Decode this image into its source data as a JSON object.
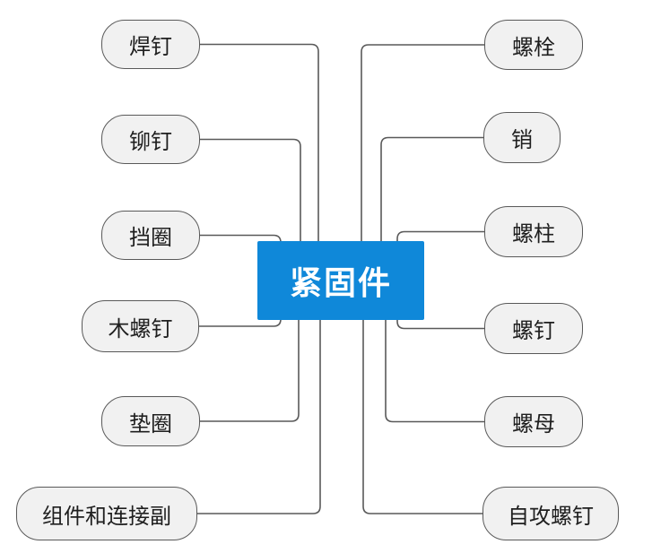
{
  "diagram": {
    "root": {
      "label": "紧固件"
    },
    "left_nodes": [
      {
        "label": "焊钉"
      },
      {
        "label": "铆钉"
      },
      {
        "label": "挡圈"
      },
      {
        "label": "木螺钉"
      },
      {
        "label": "垫圈"
      },
      {
        "label": "组件和连接副"
      }
    ],
    "right_nodes": [
      {
        "label": "螺栓"
      },
      {
        "label": "销"
      },
      {
        "label": "螺柱"
      },
      {
        "label": "螺钉"
      },
      {
        "label": "螺母"
      },
      {
        "label": "自攻螺钉"
      }
    ]
  },
  "colors": {
    "center_bg": "#0f88d9",
    "center_text": "#ffffff",
    "node_fill": "#f1f1f1",
    "node_border": "#595959",
    "node_text": "#1f1f1f",
    "line": "#595959",
    "canvas_bg": "#ffffff"
  }
}
